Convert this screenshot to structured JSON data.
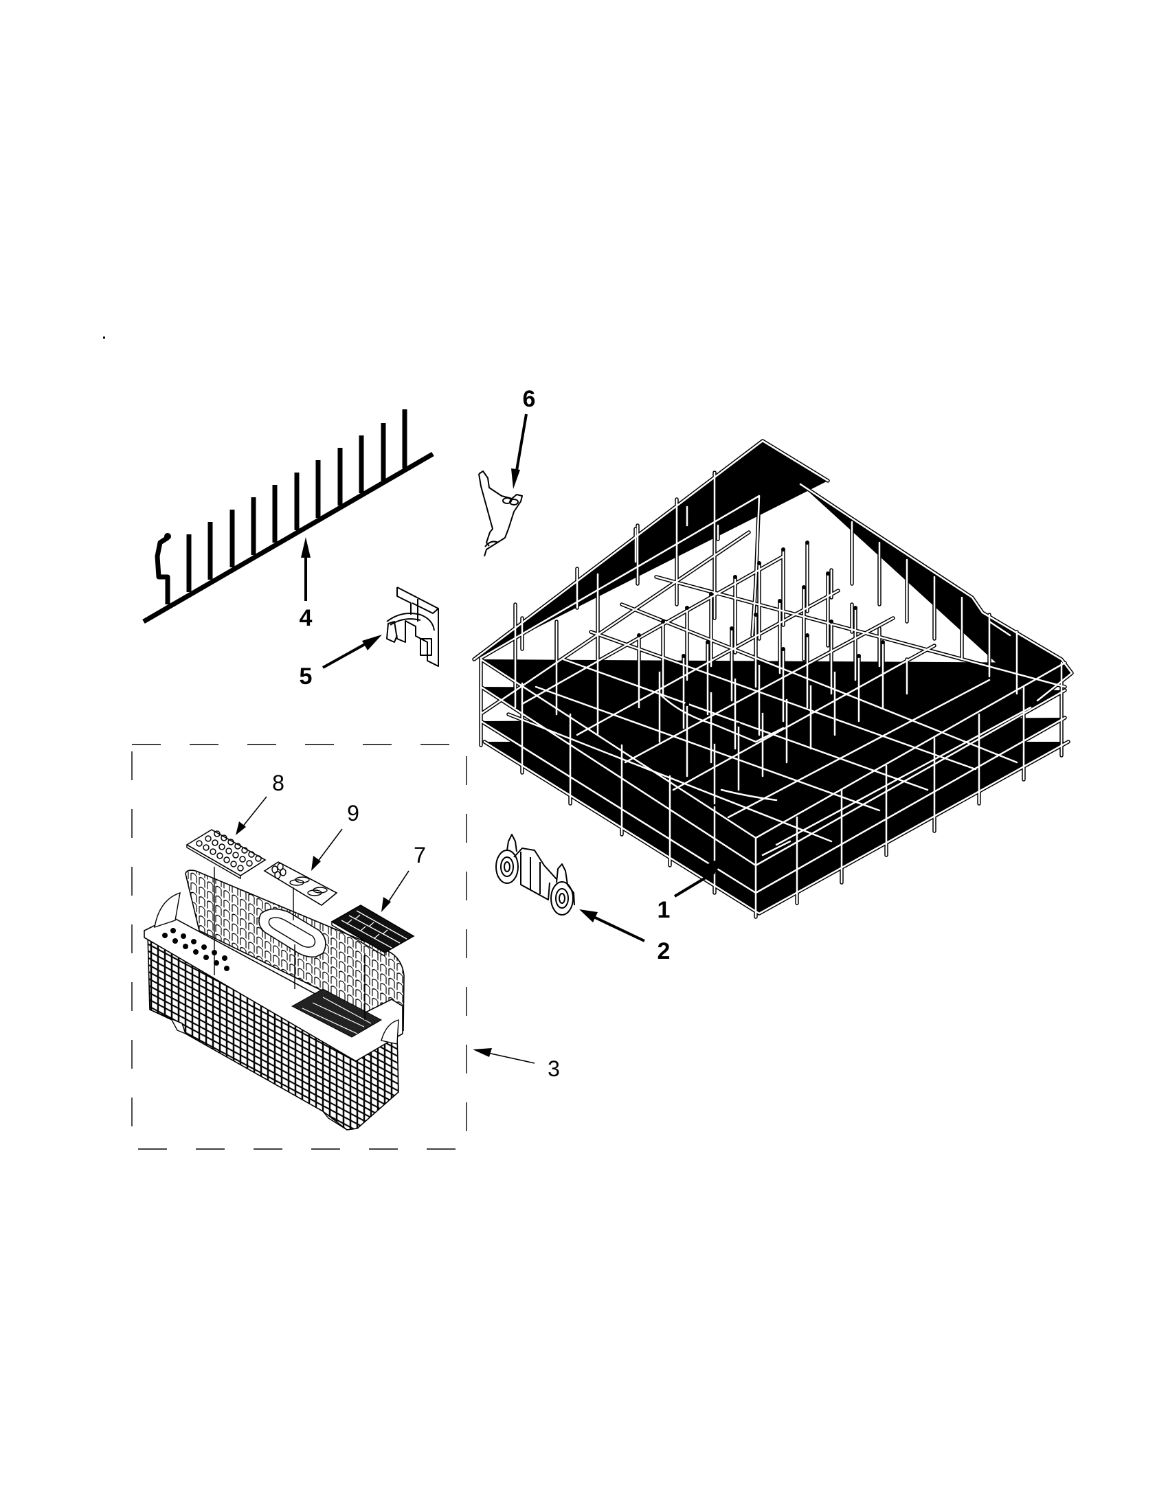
{
  "diagram": {
    "type": "exploded parts diagram",
    "subject": "dishwasher lower dishrack assembly",
    "line_color": "#000000",
    "background": "#ffffff"
  },
  "callouts": [
    {
      "id": "1",
      "label": "1",
      "part": "lower dishrack"
    },
    {
      "id": "2",
      "label": "2",
      "part": "rack roller wheel assembly"
    },
    {
      "id": "3",
      "label": "3",
      "part": "silverware basket assembly (dashed group)"
    },
    {
      "id": "4",
      "label": "4",
      "part": "fold-down tine row"
    },
    {
      "id": "5",
      "label": "5",
      "part": "tine row clip"
    },
    {
      "id": "6",
      "label": "6",
      "part": "tine row retainer wire clip"
    },
    {
      "id": "7",
      "label": "7",
      "part": "basket lid (brick pattern)"
    },
    {
      "id": "8",
      "label": "8",
      "part": "basket lid (round holes)"
    },
    {
      "id": "9",
      "label": "9",
      "part": "basket lid (small center)"
    }
  ]
}
